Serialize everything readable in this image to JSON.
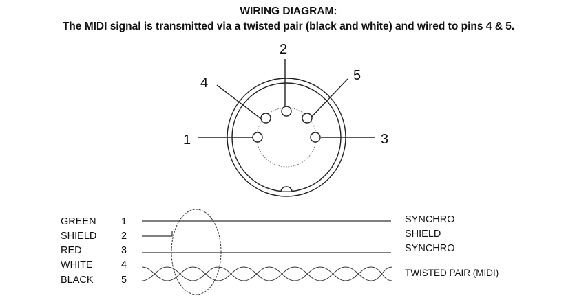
{
  "title": "WIRING DIAGRAM:",
  "subtitle": "The MIDI signal is transmitted via a twisted pair (black and white) and wired to pins 4 & 5.",
  "pins": [
    {
      "number": "1"
    },
    {
      "number": "2"
    },
    {
      "number": "3"
    },
    {
      "number": "4"
    },
    {
      "number": "5"
    }
  ],
  "wires": [
    {
      "color": "GREEN",
      "pin": "1",
      "function": "SYNCHRO"
    },
    {
      "color": "SHIELD",
      "pin": "2",
      "function": "SHIELD"
    },
    {
      "color": "RED",
      "pin": "3",
      "function": "SYNCHRO"
    },
    {
      "color": "WHITE",
      "pin": "4",
      "function": "TWISTED PAIR (MIDI)"
    },
    {
      "color": "BLACK",
      "pin": "5",
      "function": ""
    }
  ]
}
